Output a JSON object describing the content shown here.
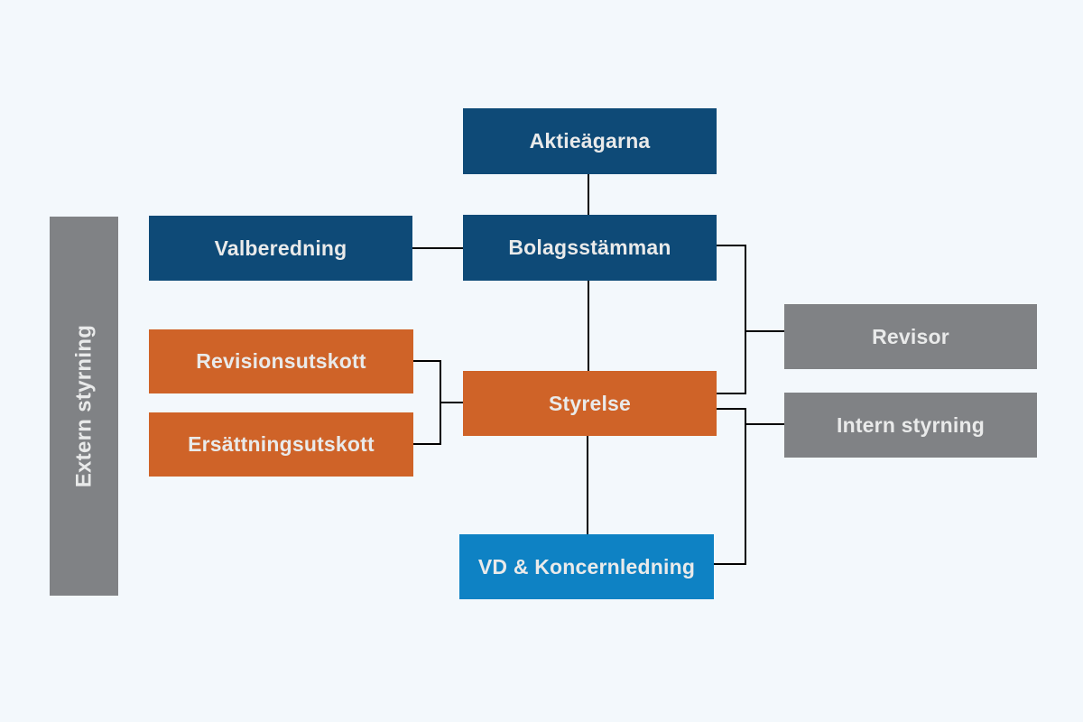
{
  "canvas_background": "#f3f8fc",
  "palette": {
    "dark_blue": "#0e4a77",
    "orange": "#cf6328",
    "bright_blue": "#0e82c4",
    "gray": "#808285",
    "connector": "#000000",
    "label_text": "#e9eaea"
  },
  "nodes": {
    "extern_styrning": {
      "label": "Extern styrning",
      "color": "#808285"
    },
    "aktieagarna": {
      "label": "Aktieägarna",
      "color": "#0e4a77"
    },
    "bolagsstamman": {
      "label": "Bolagsstämman",
      "color": "#0e4a77"
    },
    "valberedning": {
      "label": "Valberedning",
      "color": "#0e4a77"
    },
    "revisionsutskott": {
      "label": "Revisionsutskott",
      "color": "#cf6328"
    },
    "ersattningsutskott": {
      "label": "Ersättningsutskott",
      "color": "#cf6328"
    },
    "styrelse": {
      "label": "Styrelse",
      "color": "#cf6328"
    },
    "vd_koncernledning": {
      "label": "VD & Koncernledning",
      "color": "#0e82c4"
    },
    "revisor": {
      "label": "Revisor",
      "color": "#808285"
    },
    "intern_styrning": {
      "label": "Intern styrning",
      "color": "#808285"
    }
  },
  "edges": [
    {
      "from": "aktieagarna",
      "to": "bolagsstamman"
    },
    {
      "from": "valberedning",
      "to": "bolagsstamman"
    },
    {
      "from": "bolagsstamman",
      "to": "styrelse"
    },
    {
      "from": "bolagsstamman",
      "to": "revisor"
    },
    {
      "from": "bolagsstamman",
      "to": "styrelse-right-top"
    },
    {
      "from": "revisionsutskott",
      "to": "styrelse"
    },
    {
      "from": "ersattningsutskott",
      "to": "styrelse"
    },
    {
      "from": "styrelse",
      "to": "intern_styrning"
    },
    {
      "from": "styrelse",
      "to": "vd_koncernledning"
    }
  ]
}
